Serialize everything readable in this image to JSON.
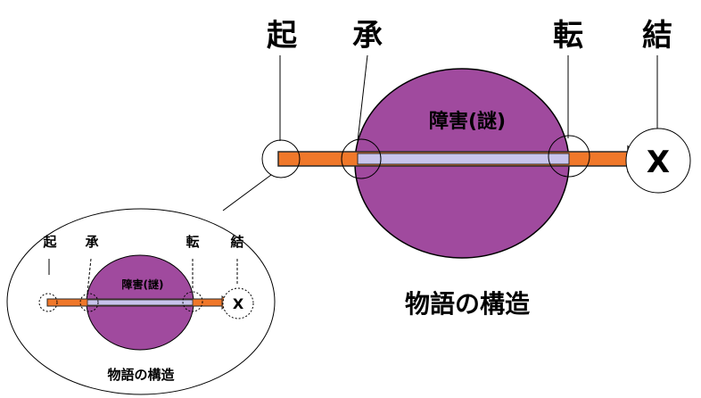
{
  "stages": {
    "ki": "起",
    "sho": "承",
    "ten": "転",
    "ketsu": "結"
  },
  "obstacle_label": "障害(謎)",
  "end_mark": "X",
  "caption": "物語の構造",
  "colors": {
    "planet": "#a04a9e",
    "arrow_fill": "#f0782a",
    "arrow_stroke": "#2a2a2a",
    "inner_bar": "#c8c4ec",
    "line": "#000000",
    "background": "#ffffff"
  }
}
